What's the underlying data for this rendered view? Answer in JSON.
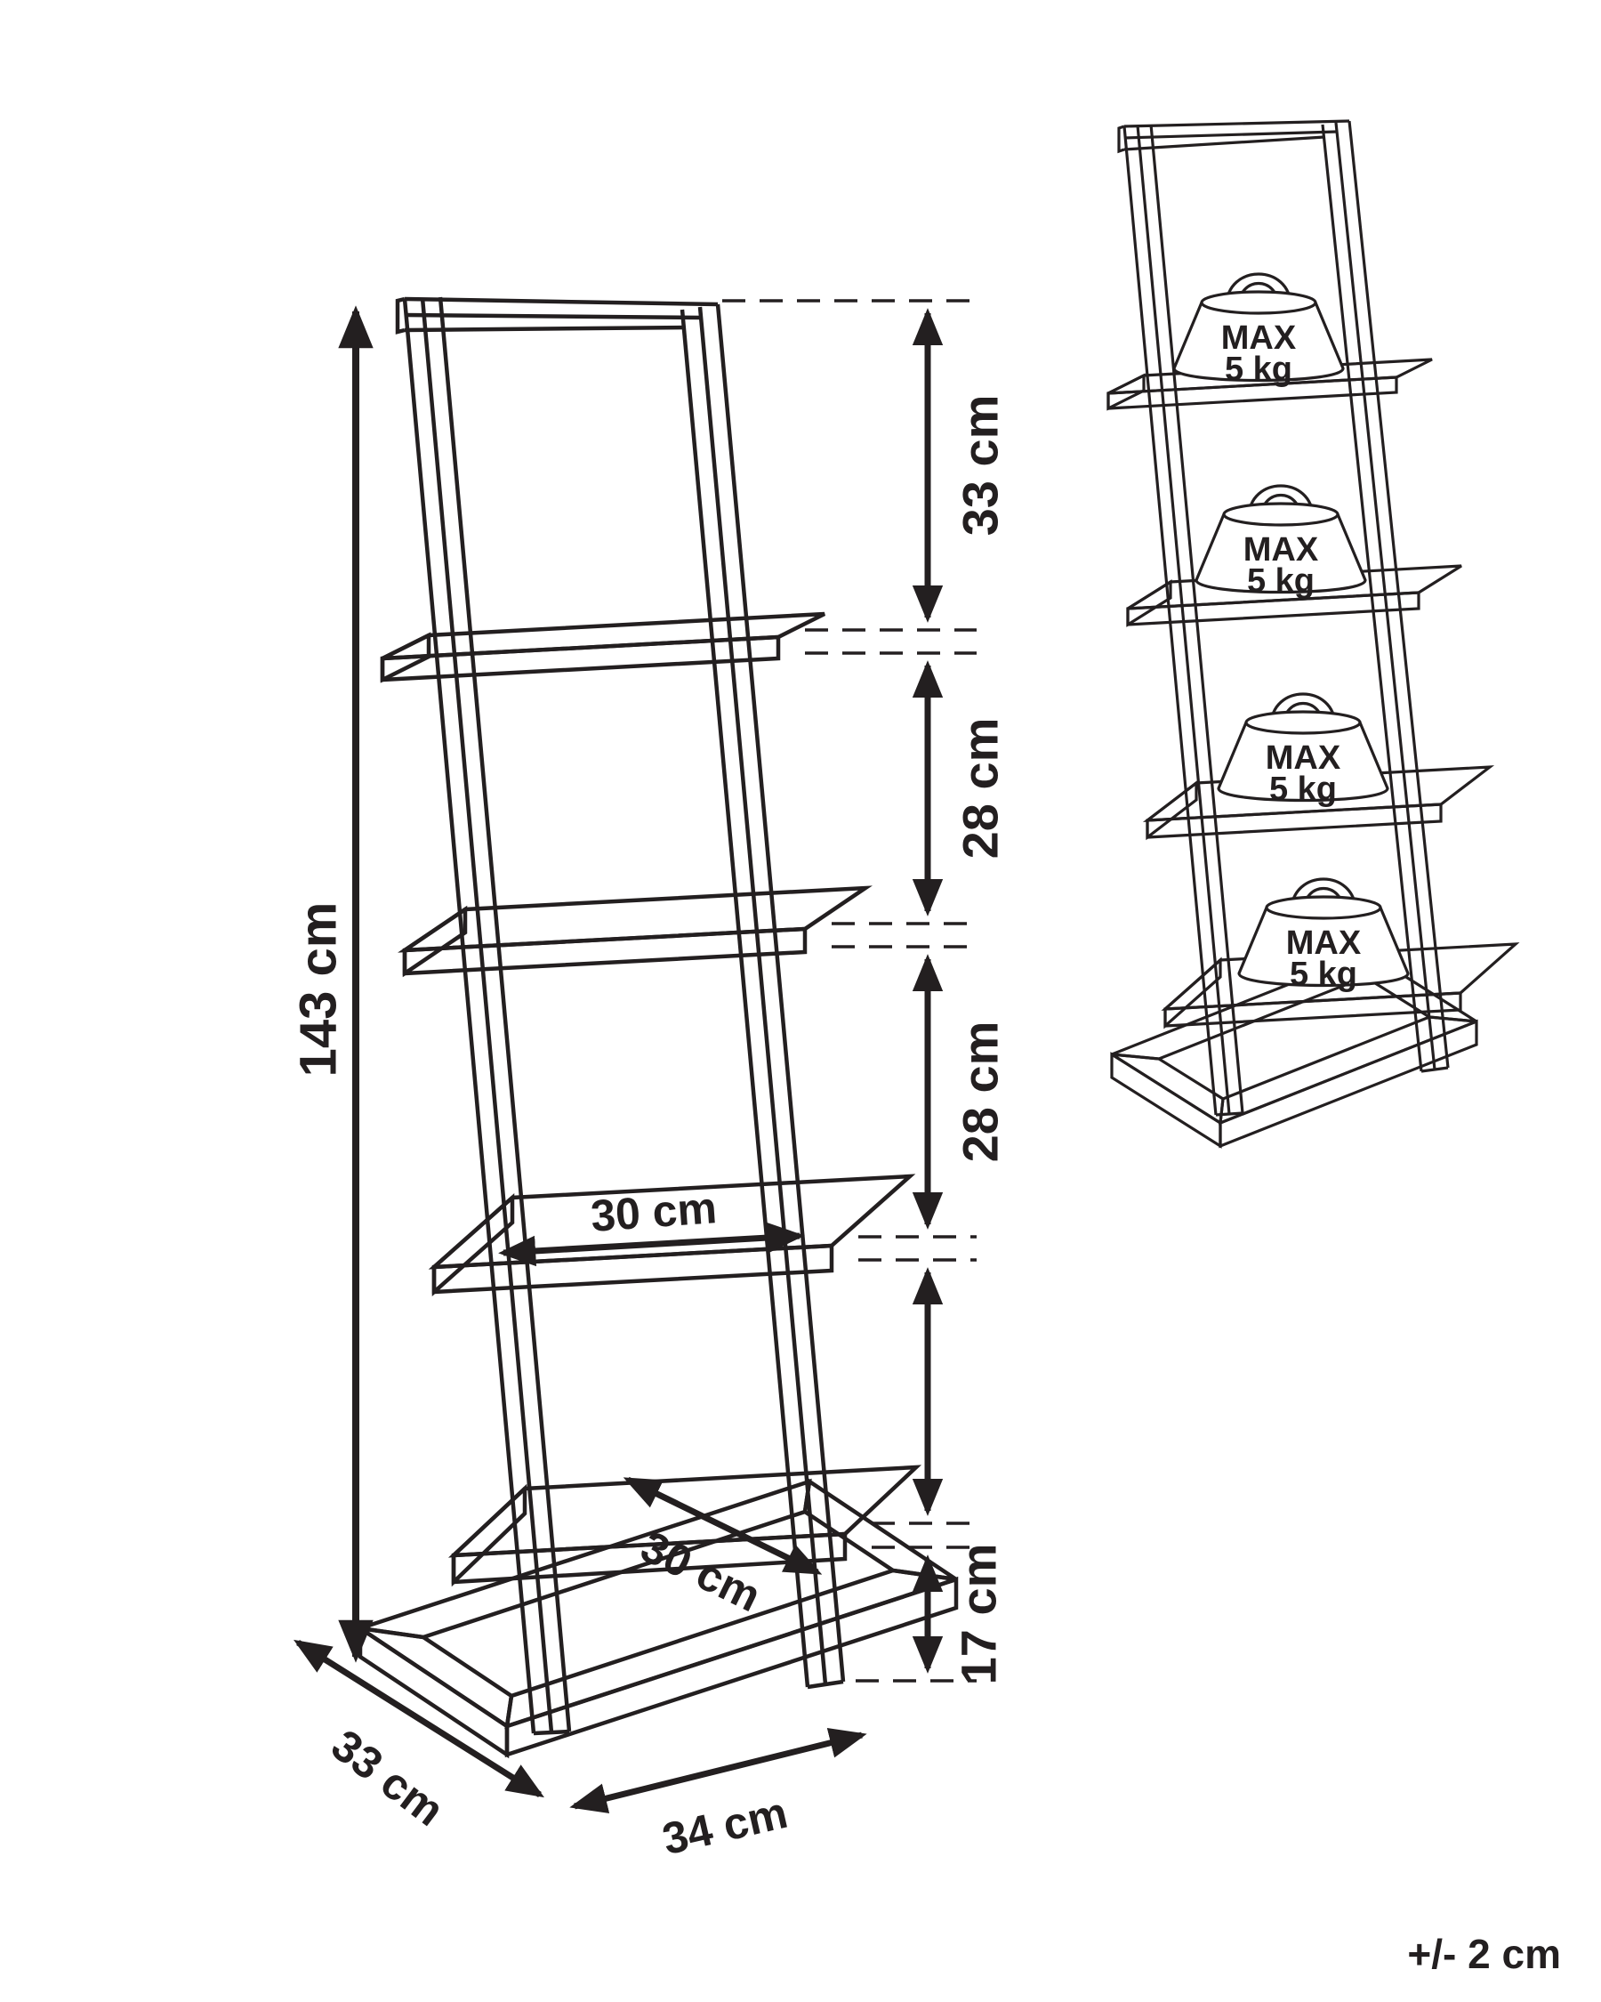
{
  "dimensions": {
    "total_height": "143 cm",
    "top_shelf_gap": "33 cm",
    "shelf_gap_1": "28 cm",
    "shelf_gap_2": "28 cm",
    "base_height": "17 cm",
    "shelf_depth_middle": "30 cm",
    "shelf_depth_bottom": "30 cm",
    "base_depth": "33 cm",
    "base_width": "34 cm"
  },
  "load_capacity": [
    {
      "line1": "MAX",
      "line2": "5 kg"
    },
    {
      "line1": "MAX",
      "line2": "5 kg"
    },
    {
      "line1": "MAX",
      "line2": "5 kg"
    },
    {
      "line1": "MAX",
      "line2": "5 kg"
    }
  ],
  "tolerance_note": "+/- 2 cm"
}
